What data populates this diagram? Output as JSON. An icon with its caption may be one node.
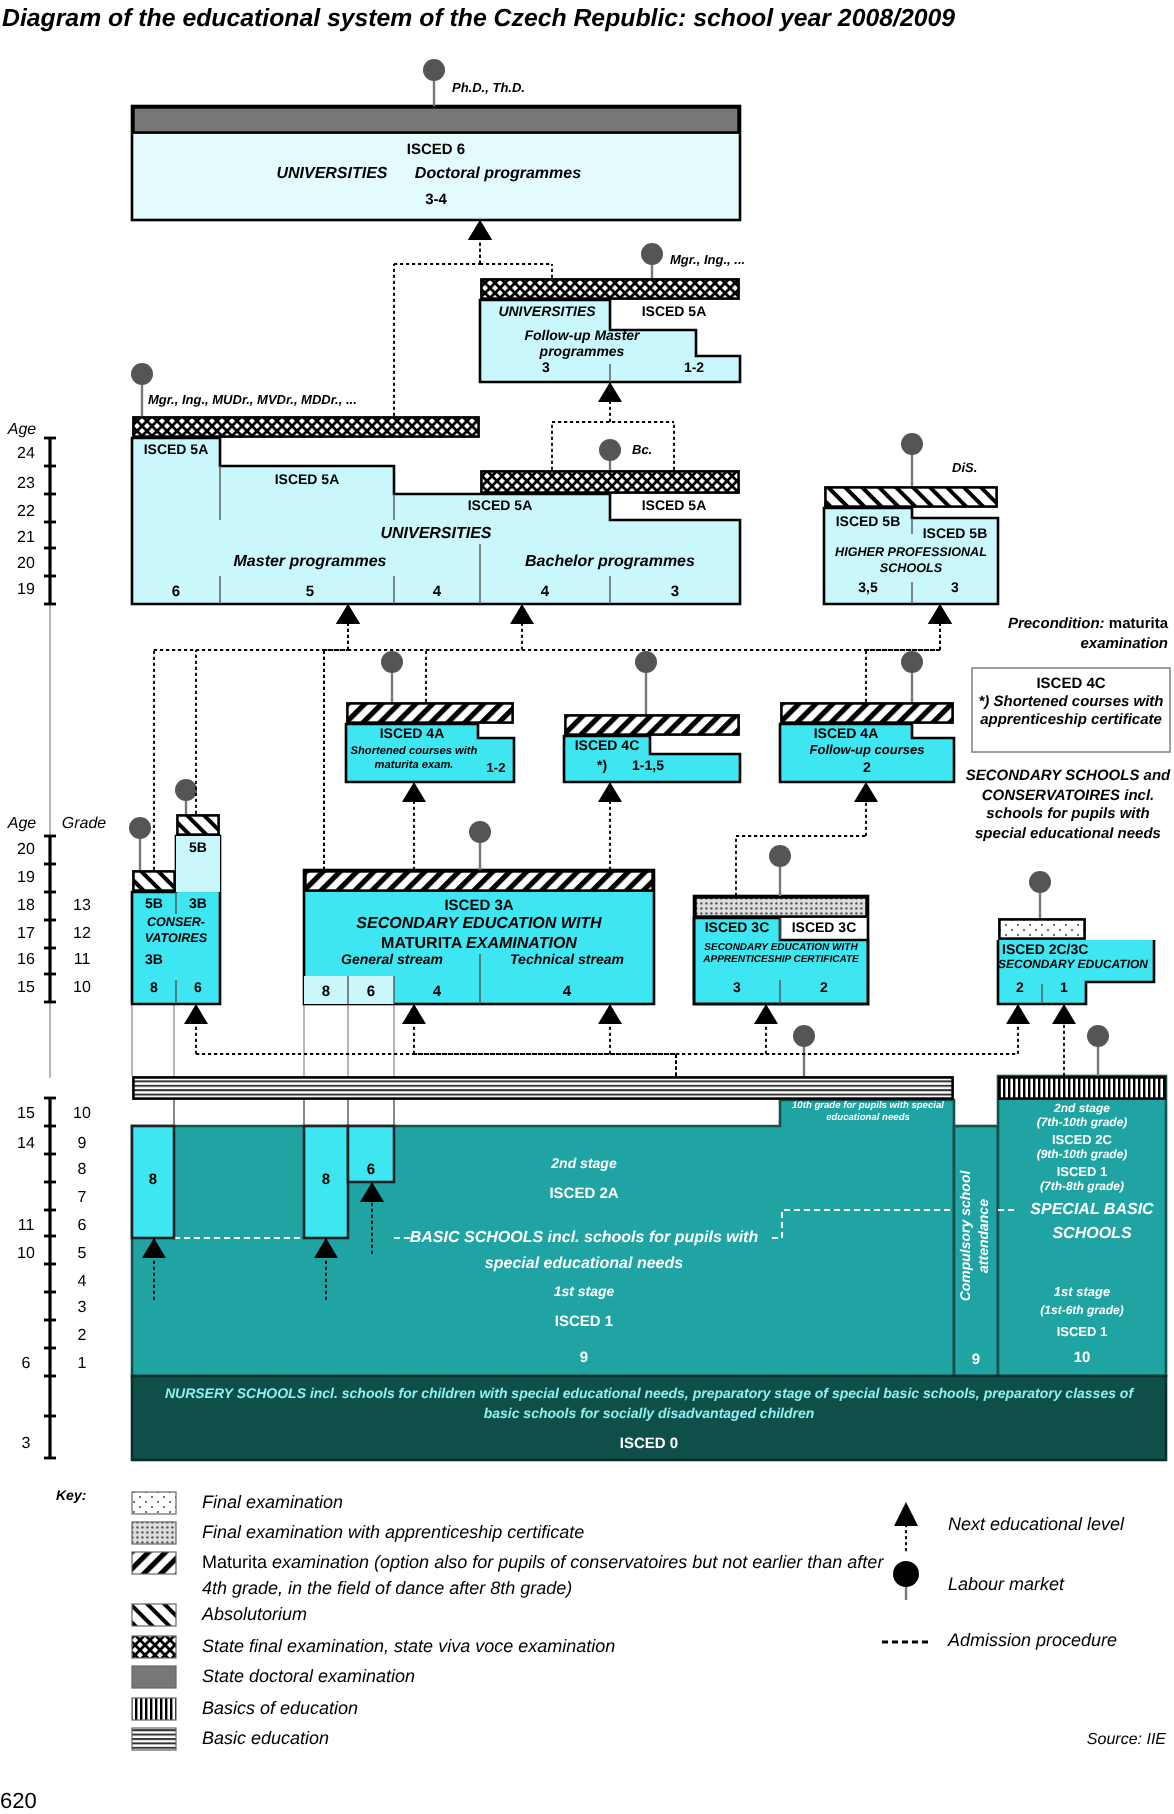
{
  "diagram": {
    "title": "Diagram of the educational system of the Czech Republic: school year 2008/2009",
    "nodes": [
      {
        "text": [
          "ISCED 6",
          "UNIVERSITIES",
          "Doctoral programmes",
          "3-4"
        ],
        "beside": [
          "Ph.D., Th.D."
        ]
      },
      {
        "text": [
          "UNIVERSITIES",
          "ISCED 5A",
          "Follow-up Master programmes",
          "3",
          "1-2"
        ],
        "beside": [
          "Mgr., Ing., ..."
        ]
      },
      {
        "text": [
          "ISCED 5A",
          "ISCED 5A",
          "ISCED 5A",
          "ISCED 5A",
          "UNIVERSITIES",
          "Master programmes",
          "Bachelor programmes",
          "6",
          "5",
          "4",
          "4",
          "3"
        ],
        "beside": [
          "Mgr., Ing., MUDr., MVDr., MDDr., ...",
          "Bc."
        ]
      },
      {
        "text": [
          "ISCED 5B",
          "ISCED 5B",
          "HIGHER PROFESSIONAL SCHOOLS",
          "3,5",
          "3"
        ],
        "beside": [
          "DiS."
        ]
      },
      {
        "text": [
          "ISCED 4A",
          "Shortened courses with maturita exam.",
          "1-2"
        ]
      },
      {
        "text": [
          "ISCED 4C",
          "*)",
          "1-1,5"
        ]
      },
      {
        "text": [
          "ISCED 4A",
          "Follow-up courses",
          "2"
        ]
      },
      {
        "text": [
          "5B",
          "5B",
          "3B",
          "CONSER-VATOIRES",
          "3B",
          "8",
          "6"
        ]
      },
      {
        "text": [
          "ISCED 3A",
          "*SECONDARY EDUCATION WITH* MATURITA *EXAMINATION*",
          "General stream",
          "Technical stream",
          "8",
          "6",
          "4",
          "4"
        ]
      },
      {
        "text": [
          "ISCED 3C",
          "ISCED 3C",
          "SECONDARY EDUCATION WITH APPRENTICESHIP CERTIFICATE",
          "3",
          "2"
        ]
      },
      {
        "text": [
          "ISCED 2C/3C",
          "SECONDARY EDUCATION",
          "2",
          "1"
        ]
      },
      {
        "text": [
          "10th grade for pupils with special educational needs",
          "2nd stage",
          "ISCED 2A",
          "BASIC SCHOOLS incl. schools for pupils with special educational needs",
          "1st stage",
          "ISCED 1",
          "9"
        ]
      },
      {
        "text": [
          "8"
        ],
        "in": 11
      },
      {
        "text": [
          "8"
        ],
        "in": 11
      },
      {
        "text": [
          "6"
        ],
        "in": 11
      },
      {
        "text": [
          "Compulsory school attendance",
          "9"
        ]
      },
      {
        "text": [
          "2nd stage",
          "(7th-10th grade)",
          "ISCED 2C",
          "(9th-10th grade)",
          "ISCED 1",
          "(7th-8th grade)",
          "SPECIAL BASIC SCHOOLS",
          "1st stage",
          "(1st-6th grade)",
          "ISCED 1",
          "10"
        ]
      },
      {
        "text": [
          "NURSERY SCHOOLS incl. schools for children with special educational needs, preparatory stage of special basic schools, preparatory classes of basic schools for socially disadvantaged children",
          "ISCED 0"
        ]
      },
      {
        "text": [
          "ISCED 4C",
          "*) Shortened courses with apprenticeship certificate"
        ]
      }
    ],
    "edges": [
      {
        "from": 2,
        "to": 0,
        "arrow": "to",
        "style": "dashed"
      },
      {
        "from": 1,
        "to": 0,
        "arrow": "to",
        "style": "dashed"
      },
      {
        "from": 2,
        "to": 1,
        "arrow": "to",
        "style": "dashed"
      },
      {
        "from": 7,
        "to": 2,
        "arrow": "to",
        "style": "dashed"
      },
      {
        "from": 8,
        "to": 2,
        "arrow": "to",
        "style": "dashed"
      },
      {
        "from": 4,
        "to": 2,
        "arrow": "to",
        "style": "dashed"
      },
      {
        "from": 8,
        "to": 3,
        "arrow": "to",
        "style": "dashed"
      },
      {
        "from": 6,
        "to": 3,
        "arrow": "to",
        "style": "dashed"
      },
      {
        "from": 8,
        "to": 4,
        "arrow": "to",
        "style": "dashed"
      },
      {
        "from": 8,
        "to": 5,
        "arrow": "to",
        "style": "dashed"
      },
      {
        "from": 9,
        "to": 6,
        "arrow": "to",
        "style": "dashed"
      },
      {
        "from": 11,
        "to": 7,
        "arrow": "to",
        "style": "dashed"
      },
      {
        "from": 11,
        "to": 8,
        "arrow": "to",
        "style": "dashed"
      },
      {
        "from": 11,
        "to": 8,
        "arrow": "to",
        "style": "dashed"
      },
      {
        "from": 11,
        "to": 9,
        "arrow": "to",
        "style": "dashed"
      },
      {
        "from": 11,
        "to": 10,
        "arrow": "to",
        "style": "dashed"
      },
      {
        "from": 16,
        "to": 10,
        "arrow": "to",
        "style": "dashed"
      },
      {
        "from": null,
        "to": 12,
        "arrow": "to",
        "style": "dashed"
      },
      {
        "from": null,
        "to": 13,
        "arrow": "to",
        "style": "dashed"
      },
      {
        "from": null,
        "to": 14,
        "arrow": "to",
        "style": "dashed"
      }
    ],
    "labels": [
      "Age",
      "24",
      "23",
      "22",
      "21",
      "20",
      "19",
      "*Precondition:* maturita *examination*",
      "SECONDARY SCHOOLS and CONSERVATOIRES incl. schools for pupils with special educational needs",
      "Age",
      "Grade",
      "20",
      "19",
      "18",
      "13",
      "17",
      "12",
      "16",
      "11",
      "15",
      "10",
      "15",
      "10",
      "14",
      "9",
      "8",
      "7",
      "11",
      "6",
      "10",
      "5",
      "4",
      "3",
      "2",
      "6",
      "1",
      "3",
      "Key:",
      "Source: IIE",
      "620"
    ],
    "legend": [
      {
        "text": "Final examination"
      },
      {
        "text": "Final examination with apprenticeship certificate"
      },
      {
        "text": "Maturita *examination (option also for pupils of conservatoires but not earlier than after 4th grade, in the field of dance after 8th grade)*"
      },
      {
        "text": "Absolutorium"
      },
      {
        "text": "State final examination, state viva voce examination"
      },
      {
        "text": "State doctoral examination",
        "color": "#777777"
      },
      {
        "text": "Basics of education"
      },
      {
        "text": "Basic education"
      },
      {
        "text": "Next educational level"
      },
      {
        "text": "Labour market"
      },
      {
        "text": "Admission procedure"
      }
    ]
  }
}
